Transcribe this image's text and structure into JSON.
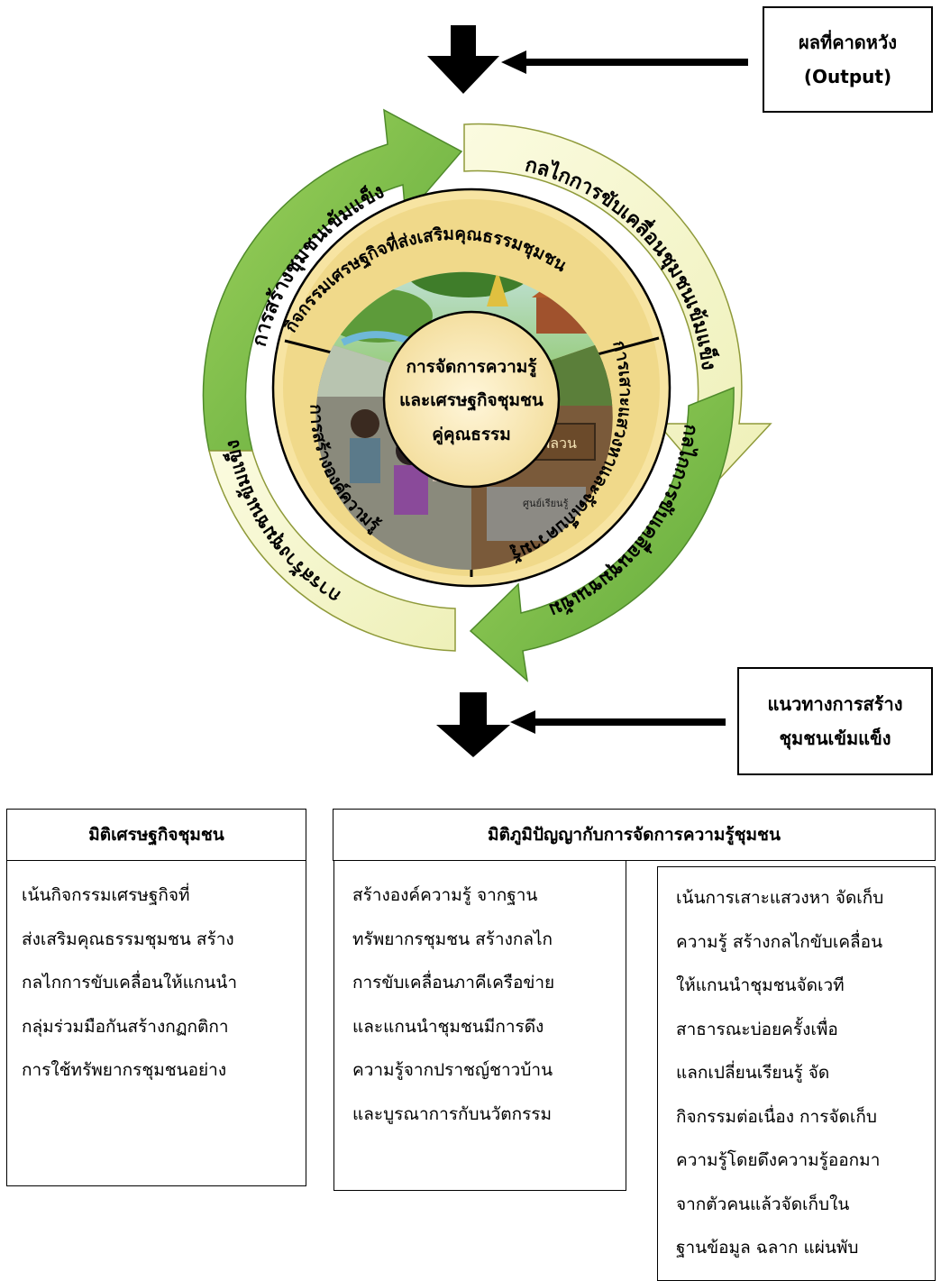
{
  "top_output_box": {
    "line1": "ผลที่คาดหวัง",
    "line2": "(Output)"
  },
  "middle_guideline_box": {
    "line1": "แนวทางการสร้าง",
    "line2": "ชุมชนเข้มแข็ง"
  },
  "cycle": {
    "arrow_top_left": "การสร้างชุมชนเข้มแข็ง",
    "arrow_top_right": "กลไกการขับเคลื่อนชุมชนเข้มแข็ง",
    "arrow_bottom_right": "กลไกการขับเคลื่อนชุมชนเข้มแข็ง",
    "arrow_bottom_left": "การสร้างชุมชนเข้มแข็ง",
    "segment_top": "กิจกรรมเศรษฐกิจที่ส่งเสริมคุณธรรมชุมชน",
    "segment_right": "การเสาะแสวงหาและจัดเก็บความรู้",
    "segment_left": "การสร้างองค์ความรู้",
    "center": [
      "การจัดการความรู้",
      "และเศรษฐกิจชุมชน",
      "คู่คุณธรรม"
    ],
    "photo_sign": "ภูมิไทพลวน",
    "photo_sign_small": "ศูนย์เรียนรู้"
  },
  "economy_panel": {
    "title": "มิติเศรษฐกิจชุมชน",
    "lines": [
      "เน้นกิจกรรมเศรษฐกิจที่",
      "ส่งเสริมคุณธรรมชุมชน  สร้าง",
      "กลไกการขับเคลื่อนให้แกนนำ",
      "กลุ่มร่วมมือกันสร้างกฏกติกา",
      "การใช้ทรัพยากรชุมชนอย่าง"
    ]
  },
  "wisdom_panel": {
    "title": "มิติภูมิปัญญากับการจัดการความรู้ชุมชน",
    "left_lines": [
      "สร้างองค์ความรู้ จากฐาน",
      "ทรัพยากรชุมชน สร้างกลไก",
      "การขับเคลื่อนภาคีเครือข่าย",
      "และแกนนำชุมชนมีการดึง",
      "ความรู้จากปราชญ์ชาวบ้าน",
      "และบูรณาการกับนวัตกรรม"
    ],
    "right_lines": [
      "เน้นการเสาะแสวงหา จัดเก็บ",
      "ความรู้ สร้างกลไกขับเคลื่อน",
      "ให้แกนนำชุมชนจัดเวที",
      "สาธารณะบ่อยครั้งเพื่อ",
      "แลกเปลี่ยนเรียนรู้ จัด",
      "กิจกรรมต่อเนื่อง การจัดเก็บ",
      "ความรู้โดยดึงความรู้ออกมา",
      "จากตัวคนแล้วจัดเก็บใน",
      "ฐานข้อมูล ฉลาก แผ่นพับ"
    ]
  },
  "colors": {
    "arrow_green": "#7cc242",
    "arrow_pale": "#f4f4cc",
    "ring": "#f0d98a",
    "center": "#fbeec0"
  }
}
